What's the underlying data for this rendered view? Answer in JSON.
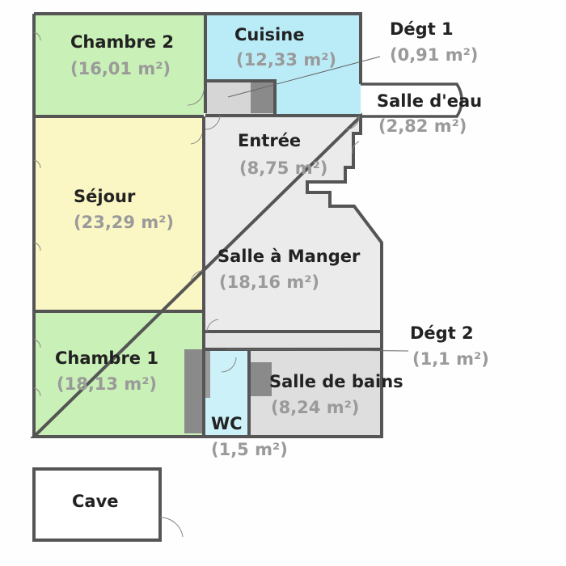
{
  "rooms": {
    "chambre2": {
      "name": "Chambre 2",
      "area": "(16,01 m²)"
    },
    "cuisine": {
      "name": "Cuisine",
      "area": "(12,33 m²)"
    },
    "degt1": {
      "name": "Dégt 1",
      "area": "(0,91 m²)"
    },
    "salle_eau": {
      "name": "Salle d'eau",
      "area": "(2,82 m²)"
    },
    "entree": {
      "name": "Entrée",
      "area": "(8,75 m²)"
    },
    "sejour": {
      "name": "Séjour",
      "area": "(23,29 m²)"
    },
    "salle_manger": {
      "name": "Salle à Manger",
      "area": "(18,16 m²)"
    },
    "degt2": {
      "name": "Dégt 2",
      "area": "(1,1 m²)"
    },
    "chambre1": {
      "name": "Chambre 1",
      "area": "(18,13 m²)"
    },
    "salle_bains": {
      "name": "Salle de bains",
      "area": "(8,24 m²)"
    },
    "wc": {
      "name": "WC",
      "area": "(1,5 m²)"
    },
    "cave": {
      "name": "Cave"
    }
  },
  "colors": {
    "chambre": "#c9f0b6",
    "cuisine": "#b9ecf7",
    "sejour": "#fbf7c4",
    "circulation": "#e9e9e9",
    "wc": "#cdf1f8",
    "wall": "#555555",
    "cabinet": "#8a8a8a"
  }
}
